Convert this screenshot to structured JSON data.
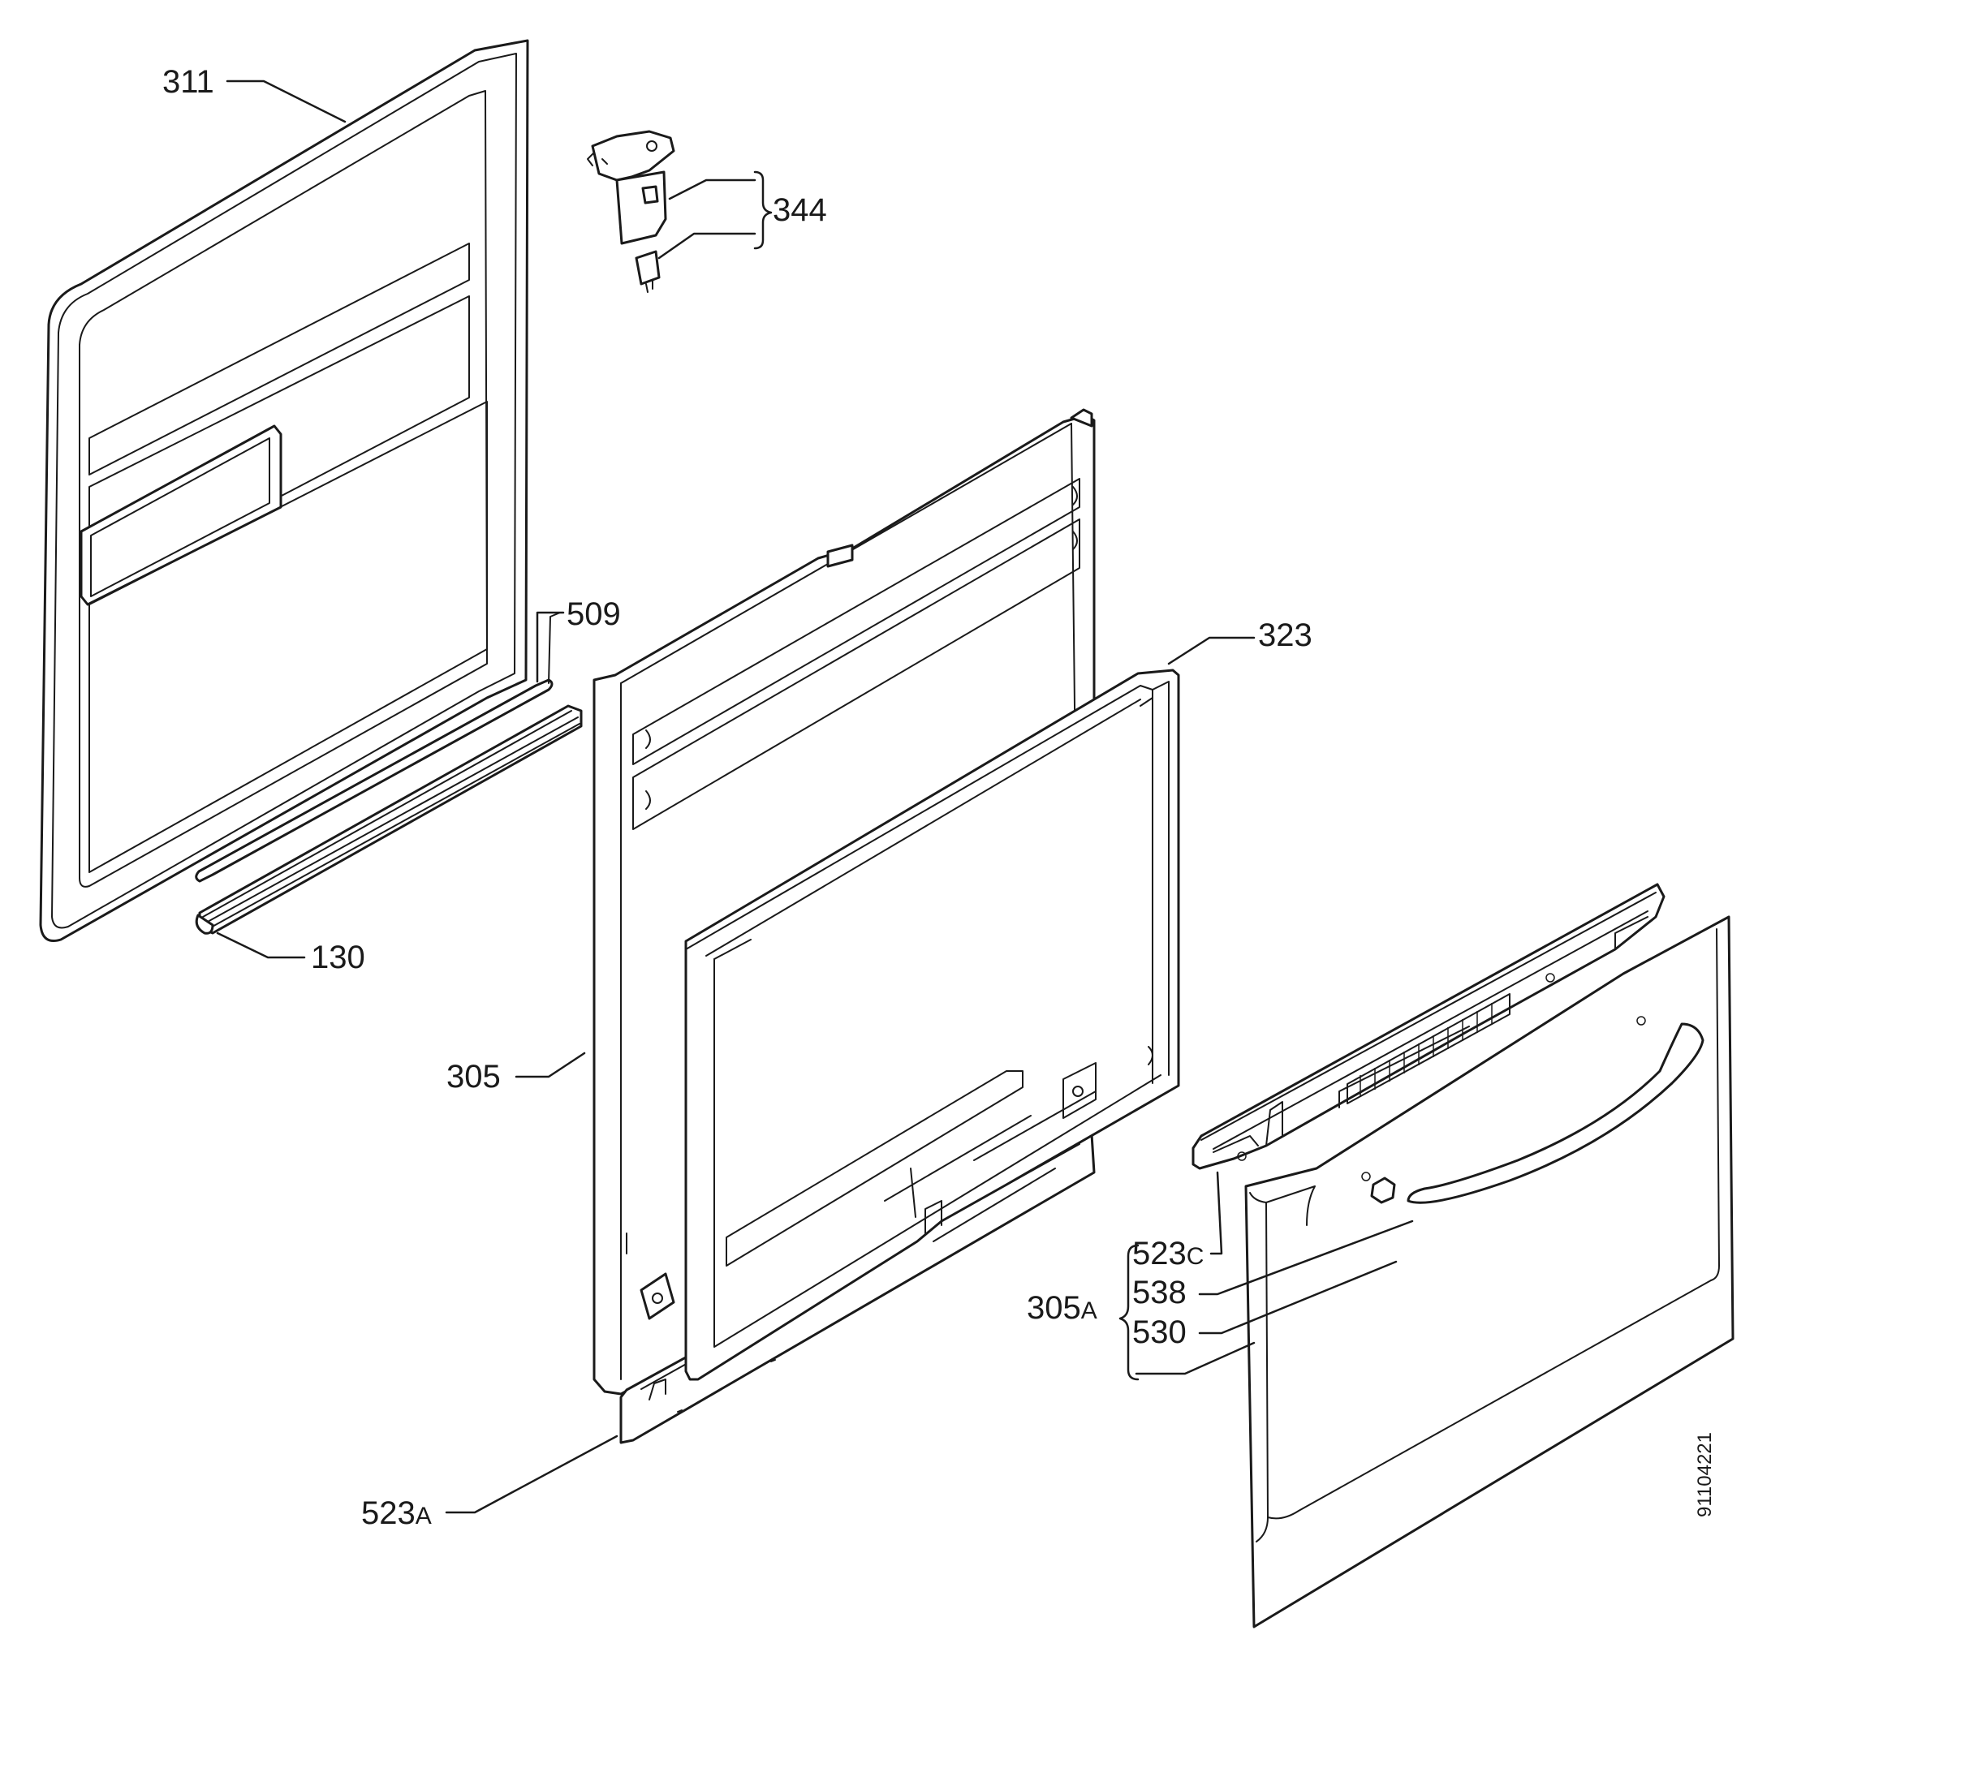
{
  "diagram": {
    "callouts": [
      {
        "id": "c311",
        "text": "311"
      },
      {
        "id": "c344",
        "text": "344"
      },
      {
        "id": "c509",
        "text": "509"
      },
      {
        "id": "c323",
        "text": "323"
      },
      {
        "id": "c130",
        "text": "130"
      },
      {
        "id": "c305",
        "text": "305"
      },
      {
        "id": "c523c",
        "text": "523",
        "suffix": "C"
      },
      {
        "id": "c305a",
        "text": "305",
        "suffix": "A"
      },
      {
        "id": "c538",
        "text": "538"
      },
      {
        "id": "c530",
        "text": "530"
      },
      {
        "id": "c523a",
        "text": "523",
        "suffix": "A"
      }
    ],
    "reference_number": "91104221"
  }
}
